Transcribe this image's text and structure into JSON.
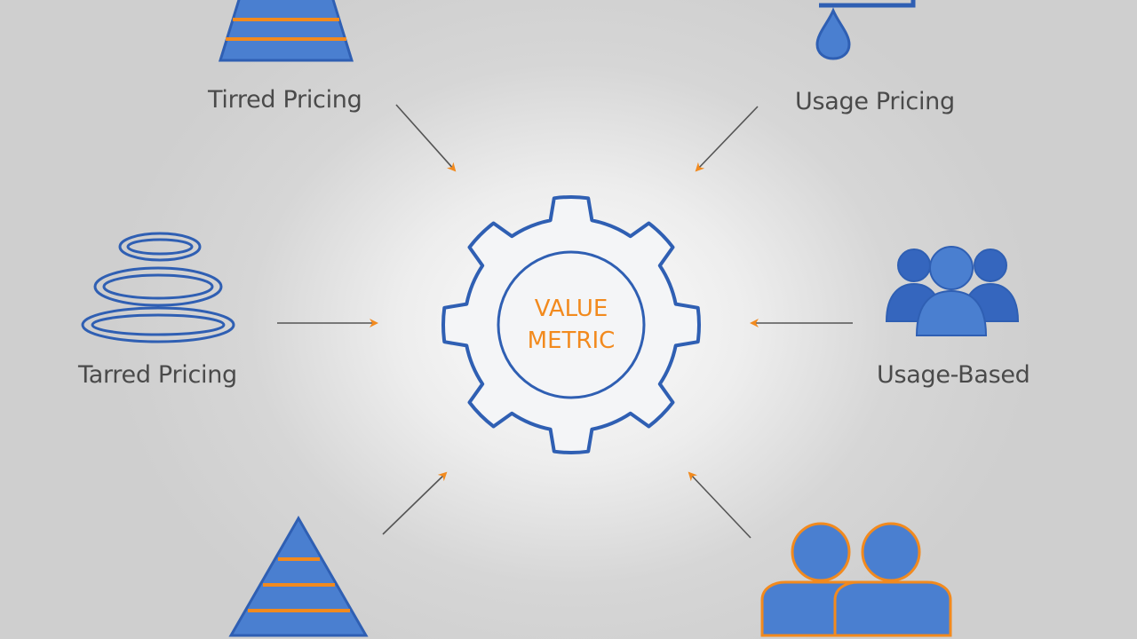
{
  "diagram": {
    "center": {
      "line1": "VALUE",
      "line2": "METRIC"
    },
    "labels": {
      "top_left": "Tirred Pricing",
      "top_right": "Usage Pricing",
      "middle_left": "Tarred Pricing",
      "middle_right": "Usage-Based"
    },
    "colors": {
      "accent_orange": "#f28a1e",
      "icon_blue": "#2f5fb3",
      "icon_fill": "#4a7fd0",
      "arrow_gray": "#555555",
      "label_gray": "#4a4a4a"
    },
    "icons": {
      "top_left": "layered-pyramid-icon",
      "top_right": "faucet-drop-icon",
      "middle_left": "stacked-rings-icon",
      "middle_right": "user-group-icon",
      "bottom_left": "layered-pyramid-icon",
      "bottom_right": "two-users-icon",
      "center": "gear-icon"
    }
  }
}
